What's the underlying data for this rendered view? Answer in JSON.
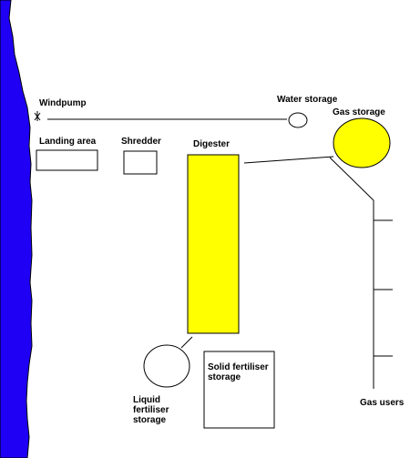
{
  "colors": {
    "river": "#1f00f5",
    "digester": "#ffff00",
    "gas_storage": "#ffff00",
    "outline": "#000000",
    "background": "#ffffff"
  },
  "icons": {
    "windpump": "windpump-star-icon"
  },
  "labels": {
    "windpump": "Windpump",
    "water_storage": "Water storage",
    "gas_storage": "Gas storage",
    "landing_area": "Landing area",
    "shredder": "Shredder",
    "digester": "Digester",
    "solid_fertiliser_storage": "Solid fertiliser storage",
    "liquid_fertiliser_storage": "Liquid fertiliser storage",
    "gas_users": "Gas users"
  }
}
